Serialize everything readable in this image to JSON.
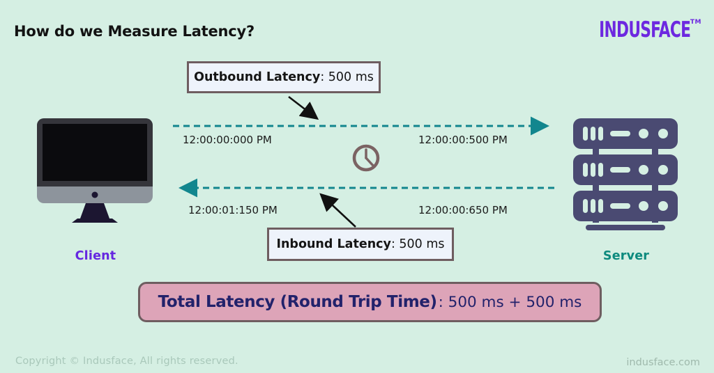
{
  "header": {
    "title": "How do we Measure Latency?"
  },
  "brand": {
    "logo_text": "INDUSFACE",
    "tm": "TM",
    "logo_color": "#6d28e0"
  },
  "diagram": {
    "outbound": {
      "label": "Outbound Latency",
      "value": ": 500 ms"
    },
    "inbound": {
      "label": "Inbound Latency",
      "value": ": 500 ms"
    },
    "client": {
      "label": "Client",
      "send_time": "12:00:00:000 PM",
      "receive_time": "12:00:01:150 PM"
    },
    "server": {
      "label": "Server",
      "receive_time": "12:00:00:500 PM",
      "send_time": "12:00:00:650 PM"
    },
    "total": {
      "label": "Total Latency (Round Trip Time)",
      "value": " : 500 ms + 500 ms"
    },
    "icons": {
      "client": "desktop-monitor-icon",
      "server": "server-stack-icon",
      "middle": "clock-icon",
      "outbound_arrow": "dashed-arrow-right",
      "inbound_arrow": "dashed-arrow-left"
    },
    "colors": {
      "background": "#d5efe3",
      "dashed_arrow_teal": "#12868e",
      "brand_purple": "#6d28e0",
      "server_label_teal": "#0d8a7e",
      "callout_bg": "#eef3fb",
      "callout_border": "#6e5d60",
      "total_bg": "#dda4b8",
      "total_text_navy": "#22226b",
      "server_icon_navy": "#4a4a72",
      "clock_mauve": "#7b6363"
    }
  },
  "footer": {
    "copyright": "Copyright © Indusface, All rights reserved.",
    "website": "indusface.com"
  }
}
